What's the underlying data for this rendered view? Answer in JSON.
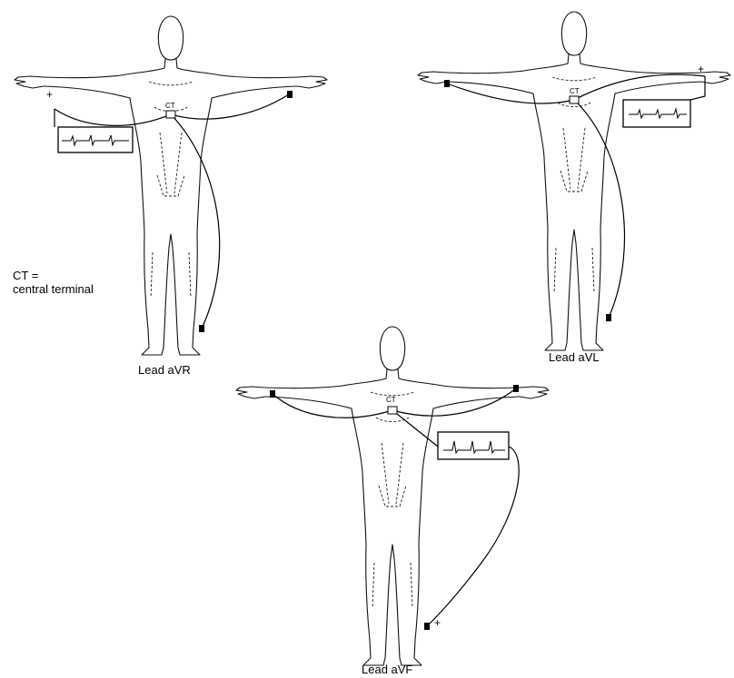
{
  "legend": {
    "line1": "CT =",
    "line2": "central terminal"
  },
  "figures": [
    {
      "lead_label": "Lead aVR",
      "center_label": "CT",
      "sign": "+"
    },
    {
      "lead_label": "Lead aVL",
      "center_label": "CT",
      "sign": "+"
    },
    {
      "lead_label": "Lead aVF",
      "center_label": "CT",
      "sign": "+"
    }
  ]
}
